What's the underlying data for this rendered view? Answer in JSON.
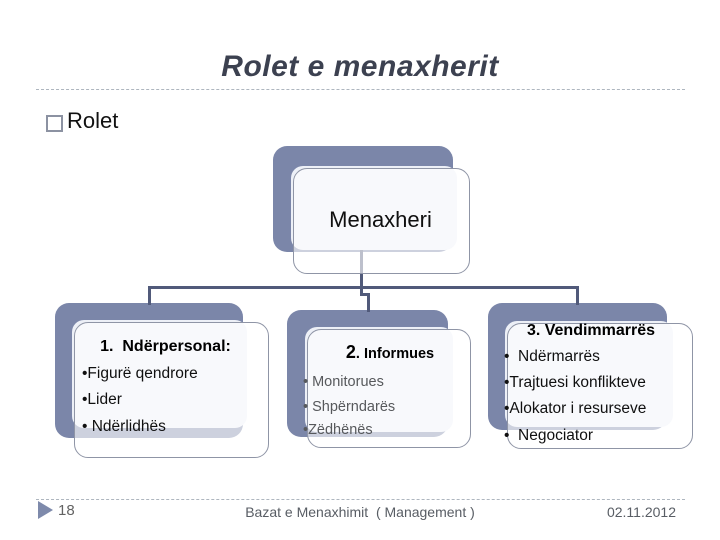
{
  "slide": {
    "title": "Rolet e menaxherit",
    "bullet_label": "Rolet"
  },
  "diagram": {
    "type": "org-chart",
    "root_label": "Menaxheri",
    "nodes": [
      {
        "heading": "1.  Ndërpersonal:",
        "items": [
          "•Figurë qendrore",
          "•Lider",
          "• Ndërlidhës"
        ]
      },
      {
        "heading_number": "2",
        "heading_suffix": ". Informues",
        "items": [
          "• Monitorues",
          "• Shpërndarës",
          "•Zëdhënës"
        ]
      },
      {
        "heading": "3. Vendimmarrës",
        "items": [
          "•  Ndërmarrës",
          "•Trajtuesi konflikteve",
          "•Alokator i resurseve",
          "•  Negociator"
        ]
      }
    ]
  },
  "footer": {
    "page_number": "18",
    "course_title": "Bazat e Menaxhimit  ( Management )",
    "date": "02.11.2012"
  },
  "colors": {
    "node_shadow": "#7b86a9",
    "node_fill": "#edf0f7",
    "connector": "#515a7a",
    "title_text": "#3c4150",
    "footer_text": "#585d64"
  }
}
